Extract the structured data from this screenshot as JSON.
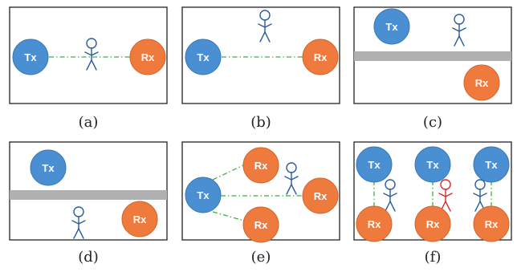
{
  "colors": {
    "tx_fill": "#4a8fd1",
    "tx_stroke": "#3b79b6",
    "rx_fill": "#ee7a3d",
    "rx_stroke": "#d4642c",
    "link": "#3cb043",
    "wall": "#b0b0b0",
    "person": "#2c5c99",
    "person_highlight": "#d62b2b",
    "frame": "#222222"
  },
  "labels": {
    "tx": "Tx",
    "rx": "Rx"
  },
  "panels": [
    {
      "caption": "(a)"
    },
    {
      "caption": "(b)"
    },
    {
      "caption": "(c)"
    },
    {
      "caption": "(d)"
    },
    {
      "caption": "(e)"
    },
    {
      "caption": "(f)"
    }
  ]
}
